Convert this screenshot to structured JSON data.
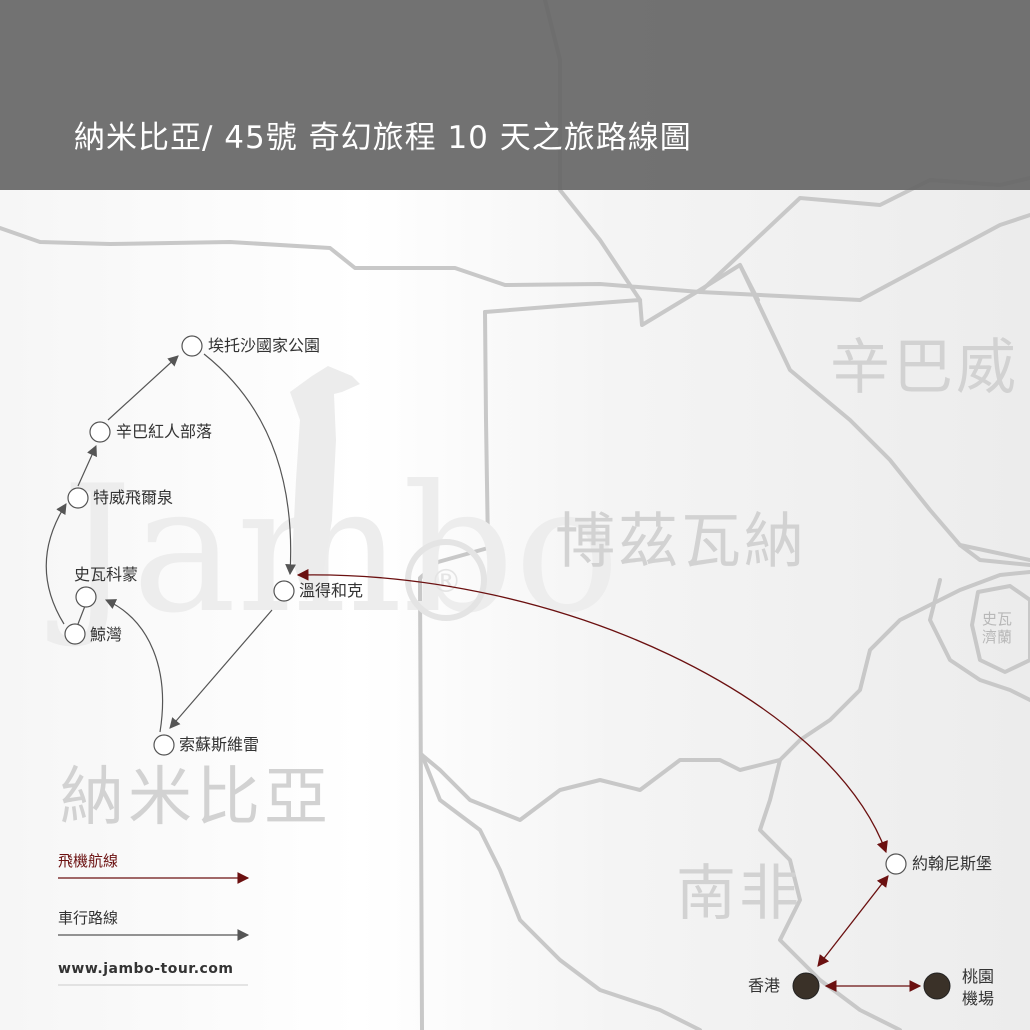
{
  "header": {
    "title": "納米比亞/ 45號 奇幻旅程 10 天之旅路線圖"
  },
  "countries": {
    "namibia": "納米比亞",
    "botswana": "博茲瓦納",
    "zimbabwe": "辛巴威",
    "south_africa": "南非",
    "swaziland_line1": "史瓦",
    "swaziland_line2": "濟蘭"
  },
  "watermark": {
    "text": "Jambo"
  },
  "stops": {
    "etosha": "埃托沙國家公園",
    "himba": "辛巴紅人部落",
    "twyfelfontein": "特威飛爾泉",
    "swakopmund": "史瓦科蒙",
    "walvis_bay": "鯨灣",
    "windhoek": "溫得和克",
    "sossusvlei": "索蘇斯維雷",
    "johannesburg": "約翰尼斯堡",
    "hong_kong": "香港",
    "taoyuan_line1": "桃園",
    "taoyuan_line2": "機場"
  },
  "legend": {
    "flight": "飛機航線",
    "drive": "車行路線",
    "website": "www.jambo-tour.com"
  },
  "colors": {
    "header_bg": "#666666",
    "flight_route": "#6b1010",
    "drive_route": "#555555",
    "border_line": "#c8c8c8",
    "airport_node": "#3a3128"
  }
}
